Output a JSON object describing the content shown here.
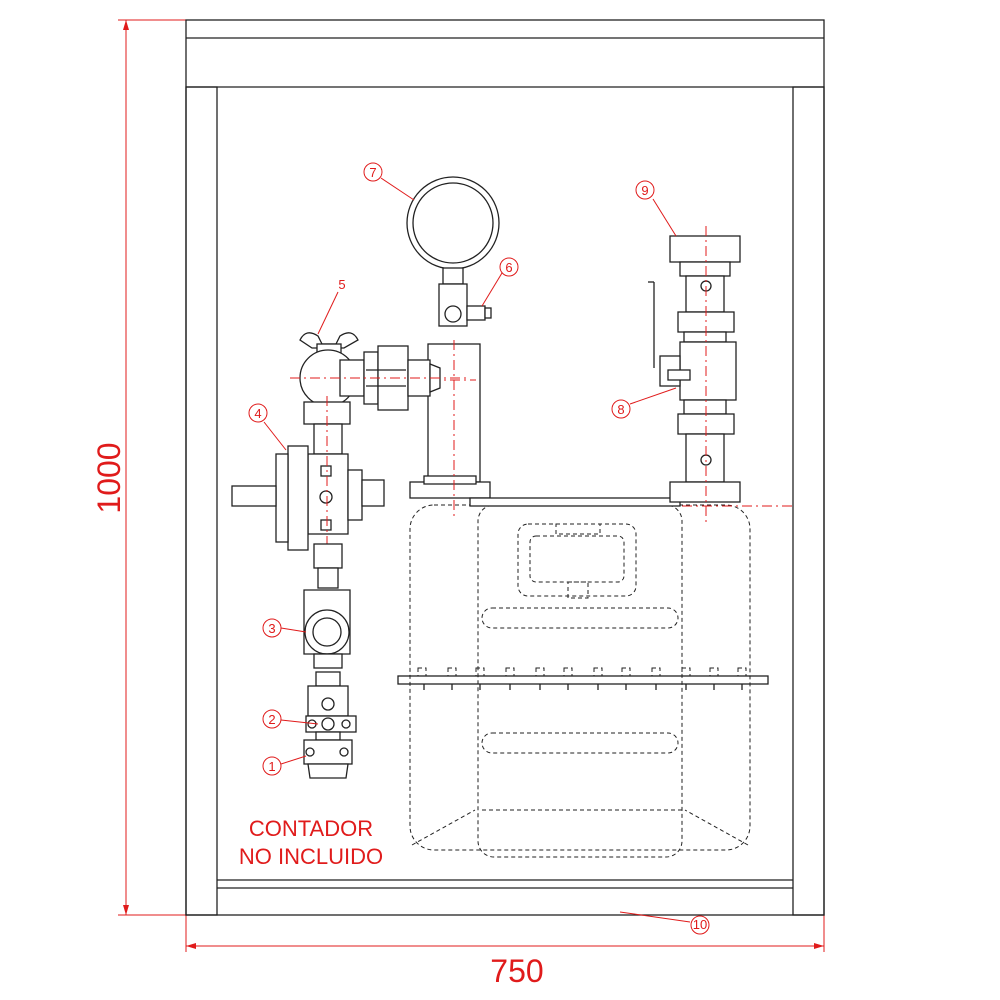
{
  "dimensions": {
    "height": "1000",
    "width": "750"
  },
  "note": {
    "line1": "CONTADOR",
    "line2": "NO INCLUIDO"
  },
  "callouts": [
    "1",
    "2",
    "3",
    "4",
    "5",
    "6",
    "7",
    "8",
    "9",
    "10"
  ],
  "colors": {
    "annotation": "#e01b1b",
    "drawing": "#222222",
    "background": "#ffffff"
  }
}
